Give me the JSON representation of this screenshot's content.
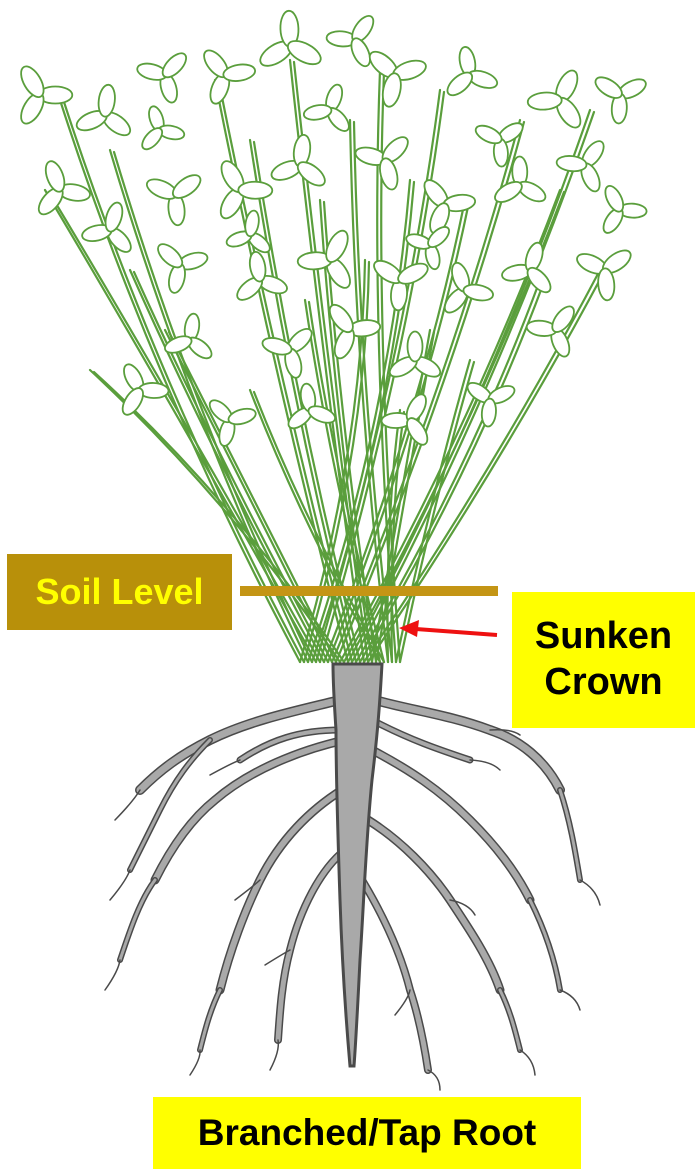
{
  "labels": {
    "soil_level": "Soil Level",
    "sunken_crown_line1": "Sunken",
    "sunken_crown_line2": "Crown",
    "tap_root": "Branched/Tap Root"
  },
  "colors": {
    "soil_box": "#b8900a",
    "soil_line": "#c49515",
    "soil_text": "#ffff00",
    "callout_box": "#ffff00",
    "callout_text": "#000000",
    "arrow": "#ee1111",
    "foliage": "#5a9e3c",
    "root_fill": "#a9a9a9",
    "root_outline": "#4a4a4a"
  }
}
